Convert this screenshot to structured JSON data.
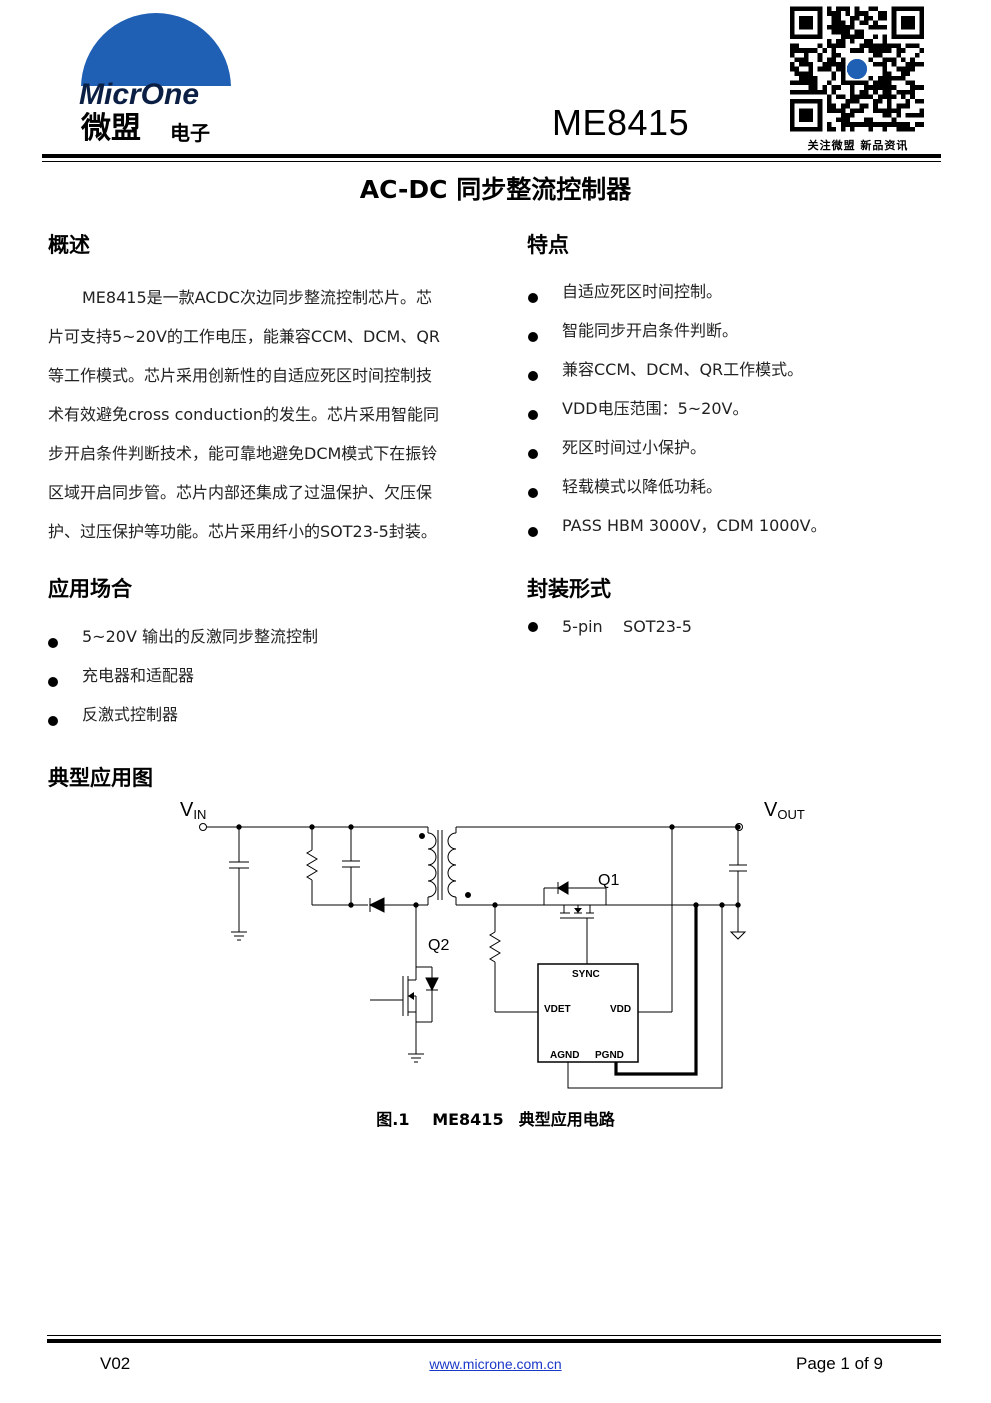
{
  "header": {
    "logo_text_en": "MicrOne",
    "logo_text_cn_main": "微盟",
    "logo_text_cn_sub": "电子",
    "part_number": "ME8415",
    "qr_caption": "关注微盟  新品资讯"
  },
  "doc_title": "AC-DC 同步整流控制器",
  "overview": {
    "heading": "概述",
    "lines": [
      "ME8415是一款ACDC次边同步整流控制芯片。芯",
      "片可支持5~20V的工作电压，能兼容CCM、DCM、QR",
      "等工作模式。芯片采用创新性的自适应死区时间控制技",
      "术有效避免cross conduction的发生。芯片采用智能同",
      "步开启条件判断技术，能可靠地避免DCM模式下在振铃",
      "区域开启同步管。芯片内部还集成了过温保护、欠压保",
      "护、过压保护等功能。芯片采用纤小的SOT23-5封装。"
    ]
  },
  "features": {
    "heading": "特点",
    "items": [
      "自适应死区时间控制。",
      "智能同步开启条件判断。",
      "兼容CCM、DCM、QR工作模式。",
      "VDD电压范围：5~20V。",
      "死区时间过小保护。",
      "轻载模式以降低功耗。",
      "PASS HBM 3000V，CDM 1000V。"
    ]
  },
  "applications": {
    "heading": "应用场合",
    "items": [
      "5~20V 输出的反激同步整流控制",
      "充电器和适配器",
      "反激式控制器"
    ]
  },
  "package": {
    "heading": "封装形式",
    "items": [
      "5-pin    SOT23-5"
    ]
  },
  "typical_app": {
    "heading": "典型应用图",
    "vin_main": "V",
    "vin_sub": "IN",
    "vout_main": "V",
    "vout_sub": "OUT",
    "q1": "Q1",
    "q2": "Q2",
    "pin_sync": "SYNC",
    "pin_vdet": "VDET",
    "pin_vdd": "VDD",
    "pin_agnd": "AGND",
    "pin_pgnd": "PGND",
    "caption": "图.1   ME8415  典型应用电路"
  },
  "footer": {
    "version": "V02",
    "url": "www.microne.com.cn",
    "page": "Page 1 of 9"
  },
  "colors": {
    "logo_blue": "#1f5fb4",
    "link_blue": "#1a38c8"
  }
}
